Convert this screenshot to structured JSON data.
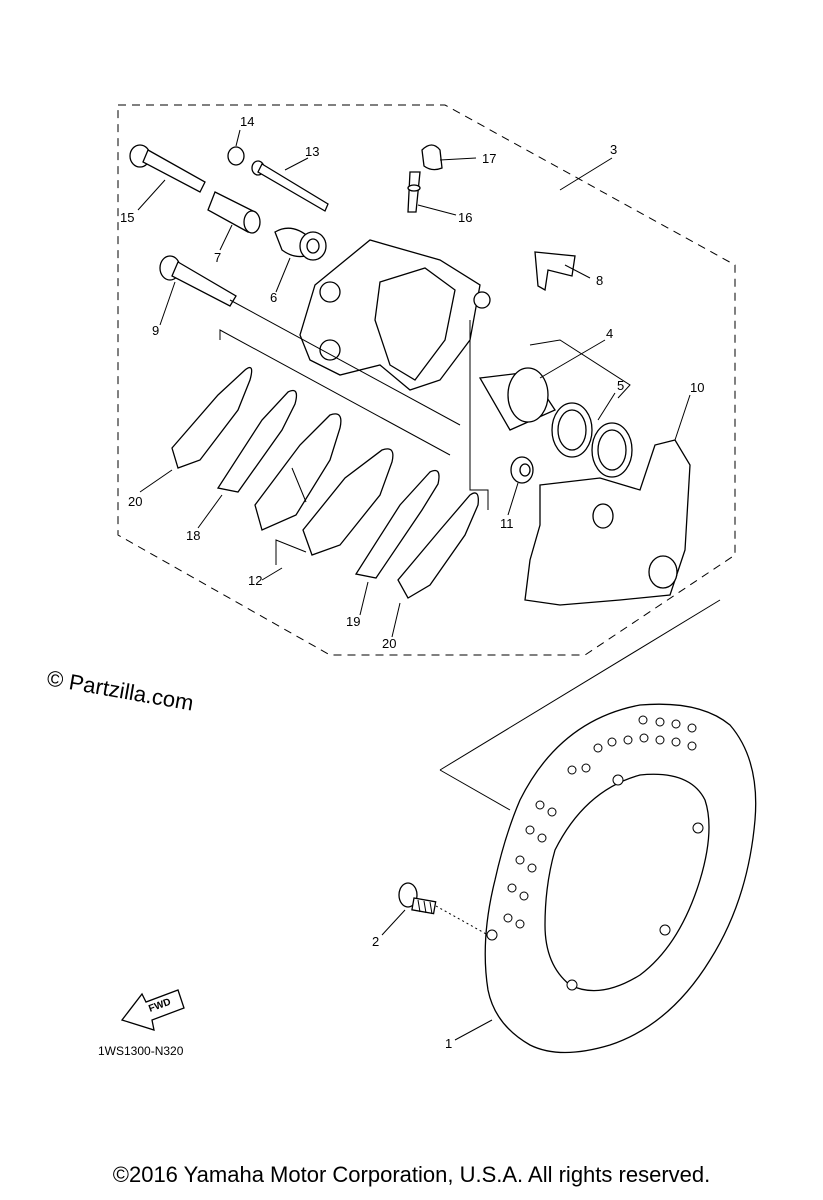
{
  "callouts": [
    {
      "id": "c14",
      "text": "14"
    },
    {
      "id": "c13",
      "text": "13"
    },
    {
      "id": "c17",
      "text": "17"
    },
    {
      "id": "c3",
      "text": "3"
    },
    {
      "id": "c15",
      "text": "15"
    },
    {
      "id": "c16",
      "text": "16"
    },
    {
      "id": "c7",
      "text": "7"
    },
    {
      "id": "c6",
      "text": "6"
    },
    {
      "id": "c8",
      "text": "8"
    },
    {
      "id": "c9",
      "text": "9"
    },
    {
      "id": "c4",
      "text": "4"
    },
    {
      "id": "c5",
      "text": "5"
    },
    {
      "id": "c10",
      "text": "10"
    },
    {
      "id": "c20a",
      "text": "20"
    },
    {
      "id": "c18",
      "text": "18"
    },
    {
      "id": "c11",
      "text": "11"
    },
    {
      "id": "c12",
      "text": "12"
    },
    {
      "id": "c19",
      "text": "19"
    },
    {
      "id": "c20b",
      "text": "20"
    },
    {
      "id": "c2",
      "text": "2"
    },
    {
      "id": "c1",
      "text": "1"
    }
  ],
  "watermark": "© Partzilla.com",
  "fwd_label": "FWD",
  "diagram_code": "1WS1300-N320",
  "copyright": "©2016 Yamaha Motor Corporation, U.S.A. All rights reserved."
}
